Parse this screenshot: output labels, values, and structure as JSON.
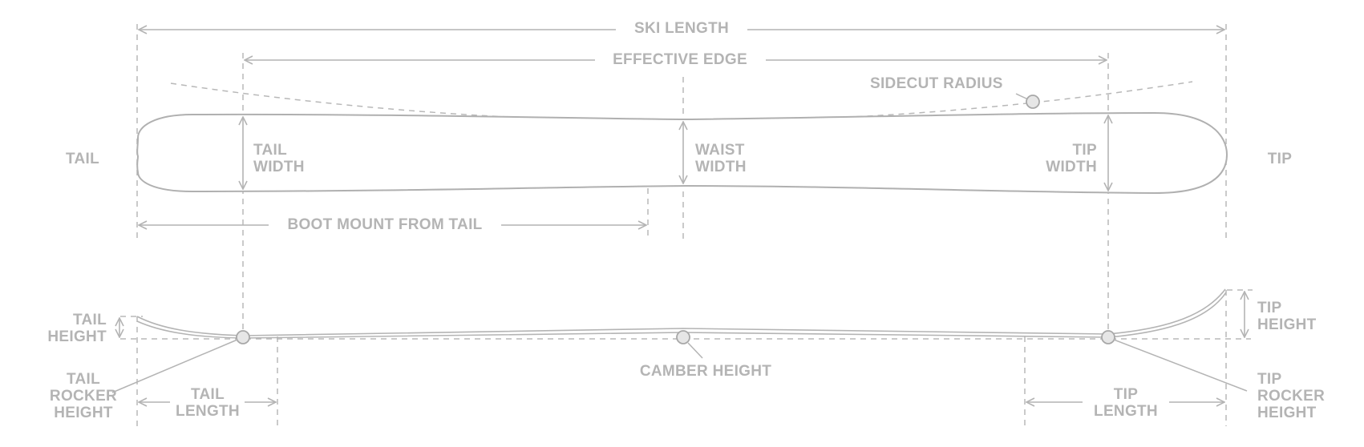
{
  "labels": {
    "ski_length": "SKI LENGTH",
    "effective_edge": "EFFECTIVE EDGE",
    "sidecut_radius": "SIDECUT RADIUS",
    "tail": "TAIL",
    "tip": "TIP",
    "tail_width": [
      "TAIL",
      "WIDTH"
    ],
    "waist_width": [
      "WAIST",
      "WIDTH"
    ],
    "tip_width": [
      "TIP",
      "WIDTH"
    ],
    "boot_mount_from_tail": "BOOT MOUNT FROM TAIL",
    "tail_height": [
      "TAIL",
      "HEIGHT"
    ],
    "tip_height": [
      "TIP",
      "HEIGHT"
    ],
    "camber_height": "CAMBER HEIGHT",
    "tail_rocker_height": [
      "TAIL",
      "ROCKER",
      "HEIGHT"
    ],
    "tip_rocker_height": [
      "TIP",
      "ROCKER",
      "HEIGHT"
    ],
    "tail_length": [
      "TAIL",
      "LENGTH"
    ],
    "tip_length": [
      "TIP",
      "LENGTH"
    ]
  },
  "colors": {
    "line": "#b4b4b4",
    "marker_fill": "#e6e6e6",
    "background": "#ffffff"
  }
}
